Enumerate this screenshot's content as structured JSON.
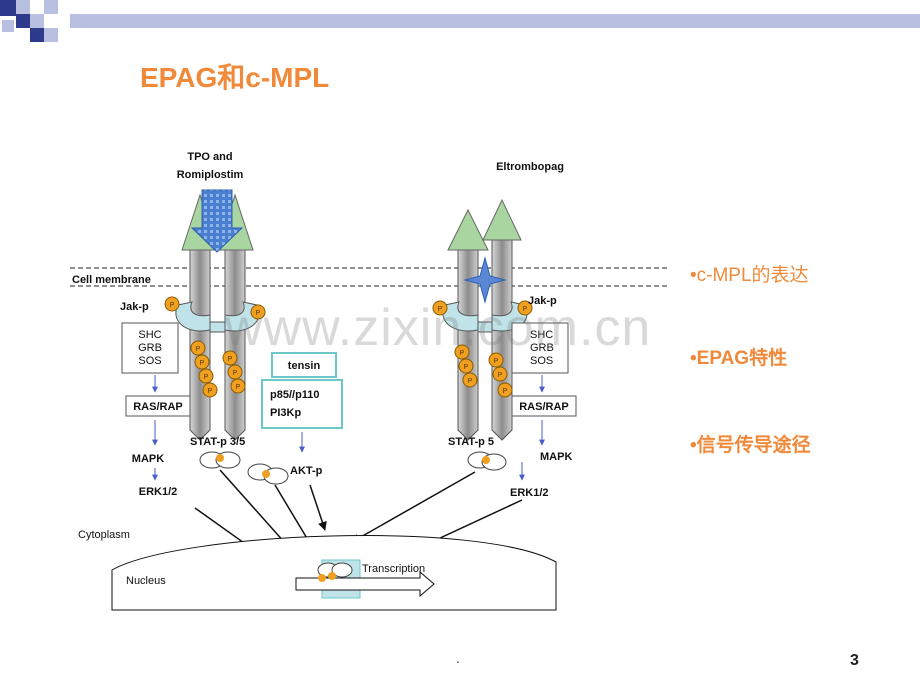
{
  "slide": {
    "title": "EPAG和c-MPL",
    "watermark": "www.zixin.com.cn",
    "page_number": "3",
    "footer_dot": ".",
    "accent_color": "#f08a3a",
    "header_bar_color": "#b9bfe0"
  },
  "bullets": [
    {
      "text": "•c-MPL的表达",
      "bold": false
    },
    {
      "text": "•EPAG特性",
      "bold": true
    },
    {
      "text": "•信号传导途径",
      "bold": true
    }
  ],
  "diagram": {
    "left_ligand": [
      "TPO and",
      "Romiplostim"
    ],
    "right_ligand": "Eltrombopag",
    "cell_membrane": "Cell membrane",
    "jak_left": "Jak-p",
    "jak_right": "Jak-p",
    "shc_box_left": [
      "SHC",
      "GRB",
      "SOS"
    ],
    "shc_box_right": [
      "SHC",
      "GRB",
      "SOS"
    ],
    "ras_left": "RAS/RAP",
    "ras_right": "RAS/RAP",
    "tensin": "tensin",
    "pi3k": [
      "p85//p110",
      "PI3Kp"
    ],
    "mapk_left": "MAPK",
    "mapk_right": "MAPK",
    "stat_left": "STAT-p 3/5",
    "stat_right": "STAT-p 5",
    "akt": "AKT-p",
    "erk_left": "ERK1/2",
    "erk_right": "ERK1/2",
    "cytoplasm": "Cytoplasm",
    "nucleus": "Nucleus",
    "transcription": "Transcription",
    "phospho": "P"
  }
}
